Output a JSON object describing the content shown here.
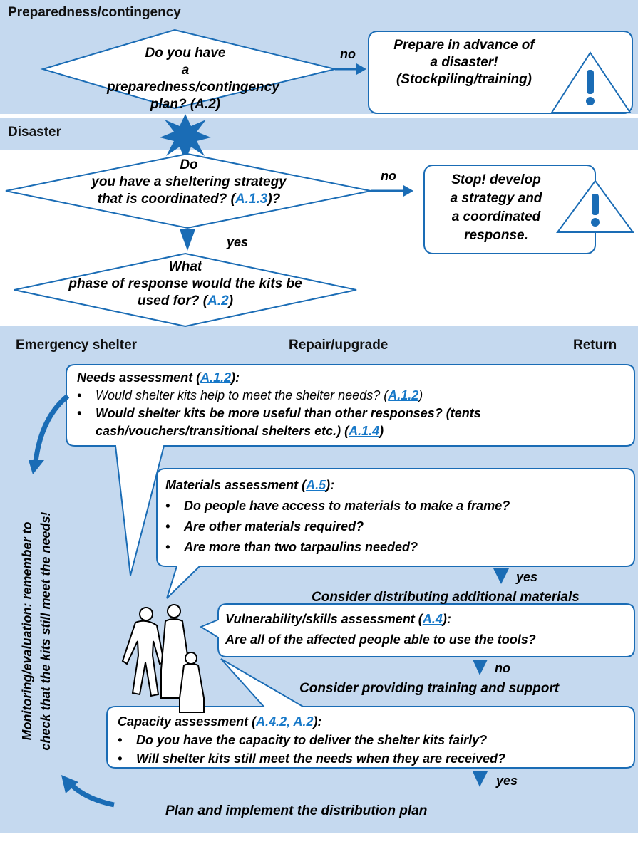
{
  "sections": {
    "preparedness": "Preparedness/contingency",
    "disaster": "Disaster"
  },
  "phases": {
    "emergency": "Emergency shelter",
    "repair": "Repair/upgrade",
    "return": "Return"
  },
  "q1": {
    "l1": "Do you have",
    "l2": "a preparedness/contingency",
    "l3a": "plan? (A.2)"
  },
  "no1": "no",
  "prepare": {
    "l1": "Prepare in advance of",
    "l2": "a disaster!",
    "l3": "(Stockpiling/training)"
  },
  "q2": {
    "l1": "Do",
    "l2": "you have a sheltering strategy",
    "l3a": "that is coordinated? (",
    "l3link": "A.1.3",
    "l3b": ")?"
  },
  "no2": "no",
  "stop": {
    "l1": "Stop! develop",
    "l2": "a strategy and",
    "l3": "a coordinated",
    "l4": "response."
  },
  "yes1": "yes",
  "q3": {
    "l1": "What",
    "l2": "phase of response would the kits be",
    "l3a": "used for? (",
    "l3link": "A.2",
    "l3b": ")"
  },
  "needs": {
    "title_a": "Needs assessment (",
    "title_link": "A.1.2",
    "title_b": "):",
    "b1a": "Would shelter kits help to meet the shelter needs? (",
    "b1link": "A.1.2",
    "b1b": ")",
    "b2l1": "Would shelter kits be more useful than other responses? (tents",
    "b2l2a": "cash/vouchers/transitional shelters etc.) (",
    "b2link": "A.1.4",
    "b2b": ")"
  },
  "materials": {
    "title_a": "Materials assessment (",
    "title_link": "A.5",
    "title_b": "):",
    "b1": "Do people have access to materials to make a frame?",
    "b2": "Are other materials required?",
    "b3": "Are more than two tarpaulins needed?"
  },
  "yes2": "yes",
  "consider_materials": "Consider distributing additional materials",
  "vulnerability": {
    "title_a": "Vulnerability/skills assessment (",
    "title_link": "A.4",
    "title_b": "):",
    "q": "Are all of the affected people able to use the tools?"
  },
  "no3": "no",
  "consider_training": "Consider providing training and support",
  "capacity": {
    "title_a": "Capacity assessment (",
    "title_link": "A.4.2, A.2",
    "title_b": "):",
    "b1": "Do you have the capacity to deliver the shelter kits fairly?",
    "b2": "Will shelter kits still meet the needs when they are received?"
  },
  "yes3": "yes",
  "plan": "Plan and implement the distribution plan",
  "monitoring": {
    "l1": "Monitoring/evaluation: remember to",
    "l2": "check that the kits still meet the needs!"
  },
  "bullet": "•",
  "colors": {
    "band": "#c5d9ef",
    "arrow": "#1a6cb5",
    "link": "#1778c8",
    "box_border": "#1a6cb5"
  }
}
